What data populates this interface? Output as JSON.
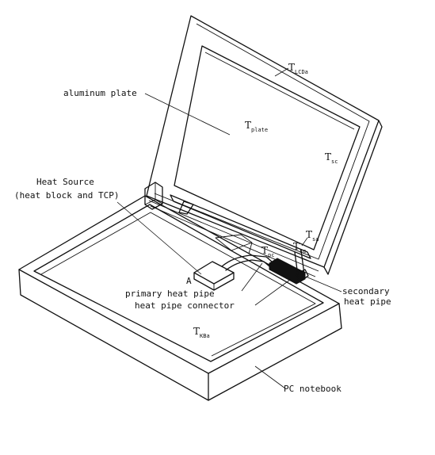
{
  "labels": {
    "aluminum_plate": "aluminum plate",
    "heat_source_line1": "Heat Source",
    "heat_source_line2": "(heat block and TCP)",
    "point_a": "A",
    "primary_heat_pipe": "primary heat pipe",
    "heat_pipe_connector": "heat pipe connector",
    "secondary_heat_pipe_line1": "secondary",
    "secondary_heat_pipe_line2": "heat pipe",
    "pc_notebook": "PC notebook"
  },
  "symbols": {
    "t_lcd": {
      "base": "T",
      "sub": "LCDa"
    },
    "t_plate": {
      "base": "T",
      "sub": "plate"
    },
    "t_sc": {
      "base": "T",
      "sub": "sc"
    },
    "t_sa": {
      "base": "T",
      "sub": "sa"
    },
    "t_se": {
      "base": "T",
      "sub": "se"
    },
    "t_pc": {
      "base": "T",
      "sub": "pc"
    },
    "t_kba": {
      "base": "T",
      "sub": "KBa"
    }
  }
}
